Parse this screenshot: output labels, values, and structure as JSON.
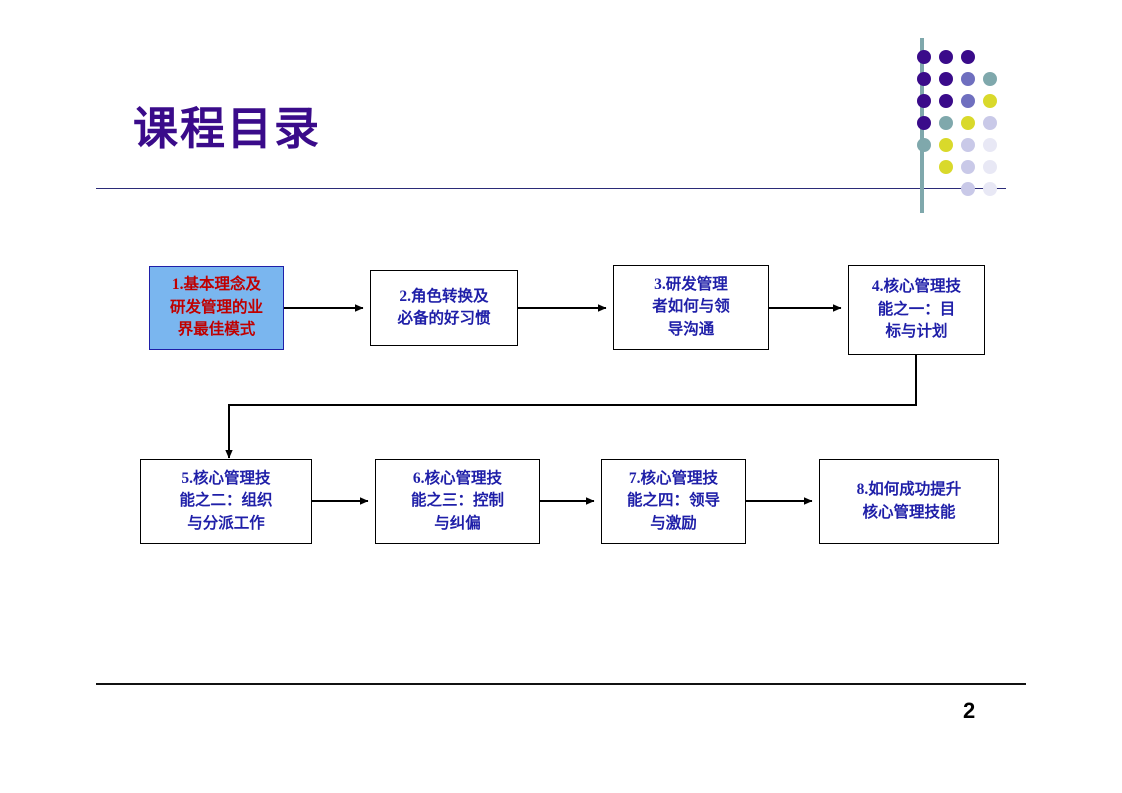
{
  "slide": {
    "title": "课程目录",
    "page_number": "2",
    "accent_title_color": "#3a0b8a",
    "box_text_color": "#1f1fa8",
    "highlight_fill": "#7ab6ef",
    "highlight_text_color": "#c00000",
    "rule_color": "#2b2b78"
  },
  "decoration": {
    "vertical_bar_color": "#7fa8ac",
    "dot_colors": [
      "#3a0b8a",
      "#6f6fbf",
      "#7fa8ac",
      "#d9d92b",
      "#c9c9e8",
      "#e8e8f5"
    ]
  },
  "chart_data": {
    "type": "diagram",
    "title": "课程目录",
    "nodes": [
      {
        "id": 1,
        "label": "1.基本理念及\n研发管理的业\n界最佳模式",
        "lines": [
          "1.基本理念及",
          "研发管理的业",
          "界最佳模式"
        ],
        "highlighted": true
      },
      {
        "id": 2,
        "label": "2.角色转换及\n必备的好习惯",
        "lines": [
          "2.角色转换及",
          "必备的好习惯"
        ],
        "highlighted": false
      },
      {
        "id": 3,
        "label": "3.研发管理\n者如何与领\n导沟通",
        "lines": [
          "3.研发管理",
          "者如何与领",
          "导沟通"
        ],
        "highlighted": false
      },
      {
        "id": 4,
        "label": "4.核心管理技\n能之一：目\n标与计划",
        "lines": [
          "4.核心管理技",
          "能之一：目",
          "标与计划"
        ],
        "highlighted": false
      },
      {
        "id": 5,
        "label": "5.核心管理技\n能之二：组织\n与分派工作",
        "lines": [
          "5.核心管理技",
          "能之二：组织",
          "与分派工作"
        ],
        "highlighted": false
      },
      {
        "id": 6,
        "label": "6.核心管理技\n能之三：控制\n与纠偏",
        "lines": [
          "6.核心管理技",
          "能之三：控制",
          "与纠偏"
        ],
        "highlighted": false
      },
      {
        "id": 7,
        "label": "7.核心管理技\n能之四：领导\n与激励",
        "lines": [
          "7.核心管理技",
          "能之四：领导",
          "与激励"
        ],
        "highlighted": false
      },
      {
        "id": 8,
        "label": "8.如何成功提升\n核心管理技能",
        "lines": [
          "8.如何成功提升",
          "核心管理技能"
        ],
        "highlighted": false
      }
    ],
    "edges": [
      {
        "from": 1,
        "to": 2
      },
      {
        "from": 2,
        "to": 3
      },
      {
        "from": 3,
        "to": 4
      },
      {
        "from": 4,
        "to": 5
      },
      {
        "from": 5,
        "to": 6
      },
      {
        "from": 6,
        "to": 7
      },
      {
        "from": 7,
        "to": 8
      }
    ]
  }
}
